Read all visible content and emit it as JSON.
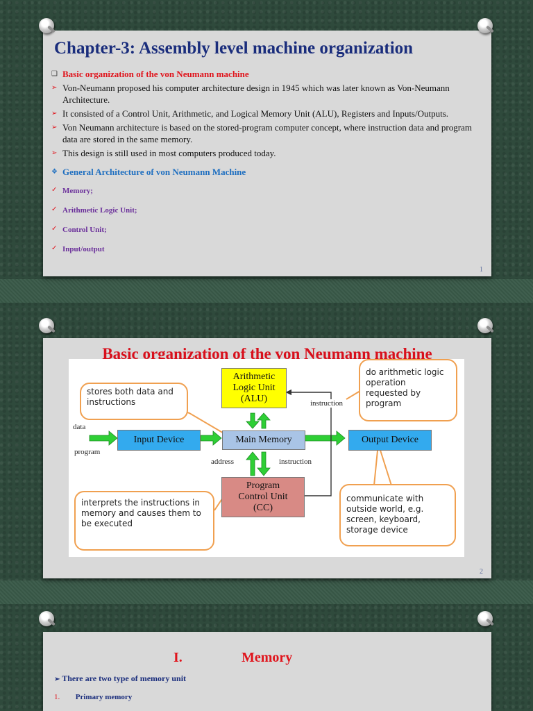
{
  "slide1": {
    "title_prefix": "Chapter-3",
    "title_colon": ":",
    "title_rest": " Assembly level machine organization",
    "items": [
      {
        "marker": "❑",
        "text": "Basic organization of the von Neumann machine",
        "style": "red"
      },
      {
        "marker": "➢",
        "text": "Von-Neumann proposed his computer architecture design in 1945 which was later known as Von-Neumann Architecture.",
        "style": "plain"
      },
      {
        "marker": "➢",
        "text": "It consisted of a Control Unit, Arithmetic, and Logical Memory Unit (ALU), Registers and Inputs/Outputs.",
        "style": "plain"
      },
      {
        "marker": "➢",
        "text": "Von Neumann architecture is based on the stored-program computer concept, where instruction data and program data are stored in the same memory.",
        "style": "plain"
      },
      {
        "marker": "➢",
        "text": "This design is still used in most computers produced today.",
        "style": "plain"
      },
      {
        "marker": "❖",
        "text": "General Architecture of von Neumann Machine",
        "style": "blue"
      },
      {
        "marker": "✓",
        "text": "Memory;",
        "style": "purple"
      },
      {
        "marker": "✓",
        "text": "Arithmetic Logic Unit;",
        "style": "purple"
      },
      {
        "marker": "✓",
        "text": "Control Unit;",
        "style": "purple"
      },
      {
        "marker": "✓",
        "text": "Input/output",
        "style": "purple"
      }
    ],
    "page": "1"
  },
  "slide2": {
    "title": "Basic organization of the von Neumann machine",
    "alu": "Arithmetic Logic Unit (ALU)",
    "main_memory": "Main Memory",
    "input_device": "Input Device",
    "output_device": "Output Device",
    "control_unit": "Program Control Unit (CC)",
    "label_data": "data",
    "label_program": "program",
    "label_address": "address",
    "label_instruction": "instruction",
    "label_instruction_top": "instruction",
    "callout_memory": "stores both data and instructions",
    "callout_alu": "do arithmetic logic operation requested by program",
    "callout_cc": "interprets the instructions in memory and causes them to be executed",
    "callout_io": "communicate with outside world, e.g. screen, keyboard, storage device",
    "page": "2"
  },
  "slide3": {
    "numeral": "I.",
    "heading": "Memory",
    "line1_marker": "➢",
    "line1": "There are two type of memory unit",
    "line2_marker": "1.",
    "line2": "Primary memory"
  },
  "colors": {
    "title_blue": "#1a2d7c",
    "accent_red": "#e0141c",
    "link_blue": "#1f6fc0",
    "purple": "#6a2f9a",
    "alu_yellow": "#ffff00",
    "io_blue": "#33aaee",
    "mem_blue": "#a9c4e6",
    "cc_pink": "#d88a85",
    "callout_orange": "#f0a050",
    "arrow_green": "#2ecf35"
  }
}
